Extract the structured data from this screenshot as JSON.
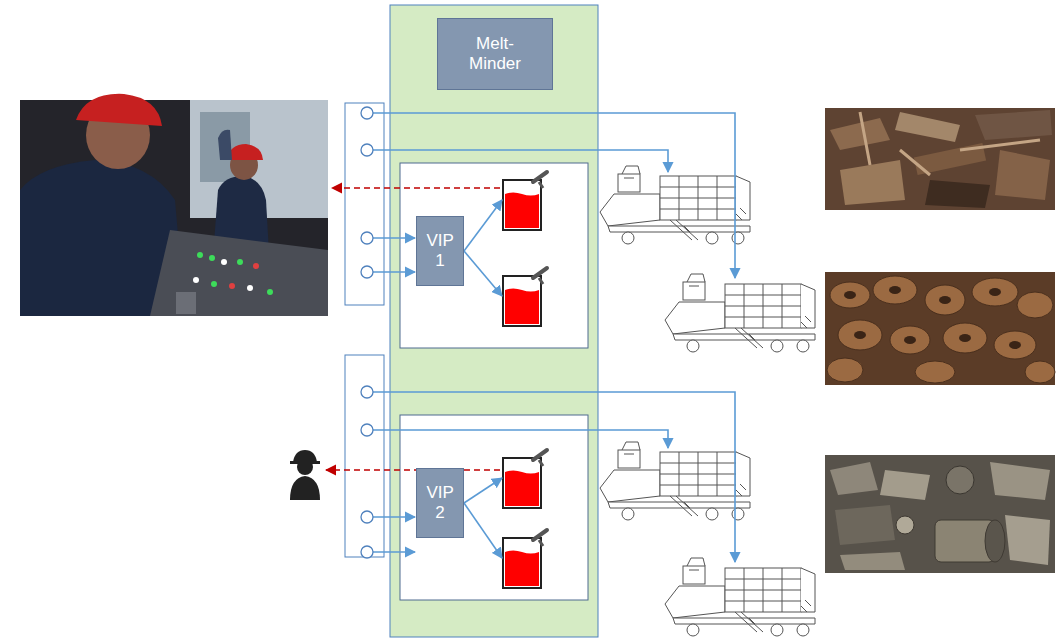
{
  "diagram": {
    "nodes": [
      {
        "text": [
          "Melt- Minder"
        ]
      },
      {
        "text": [
          "VIP 1"
        ]
      },
      {
        "text": [
          "VIP 2"
        ]
      }
    ]
  }
}
